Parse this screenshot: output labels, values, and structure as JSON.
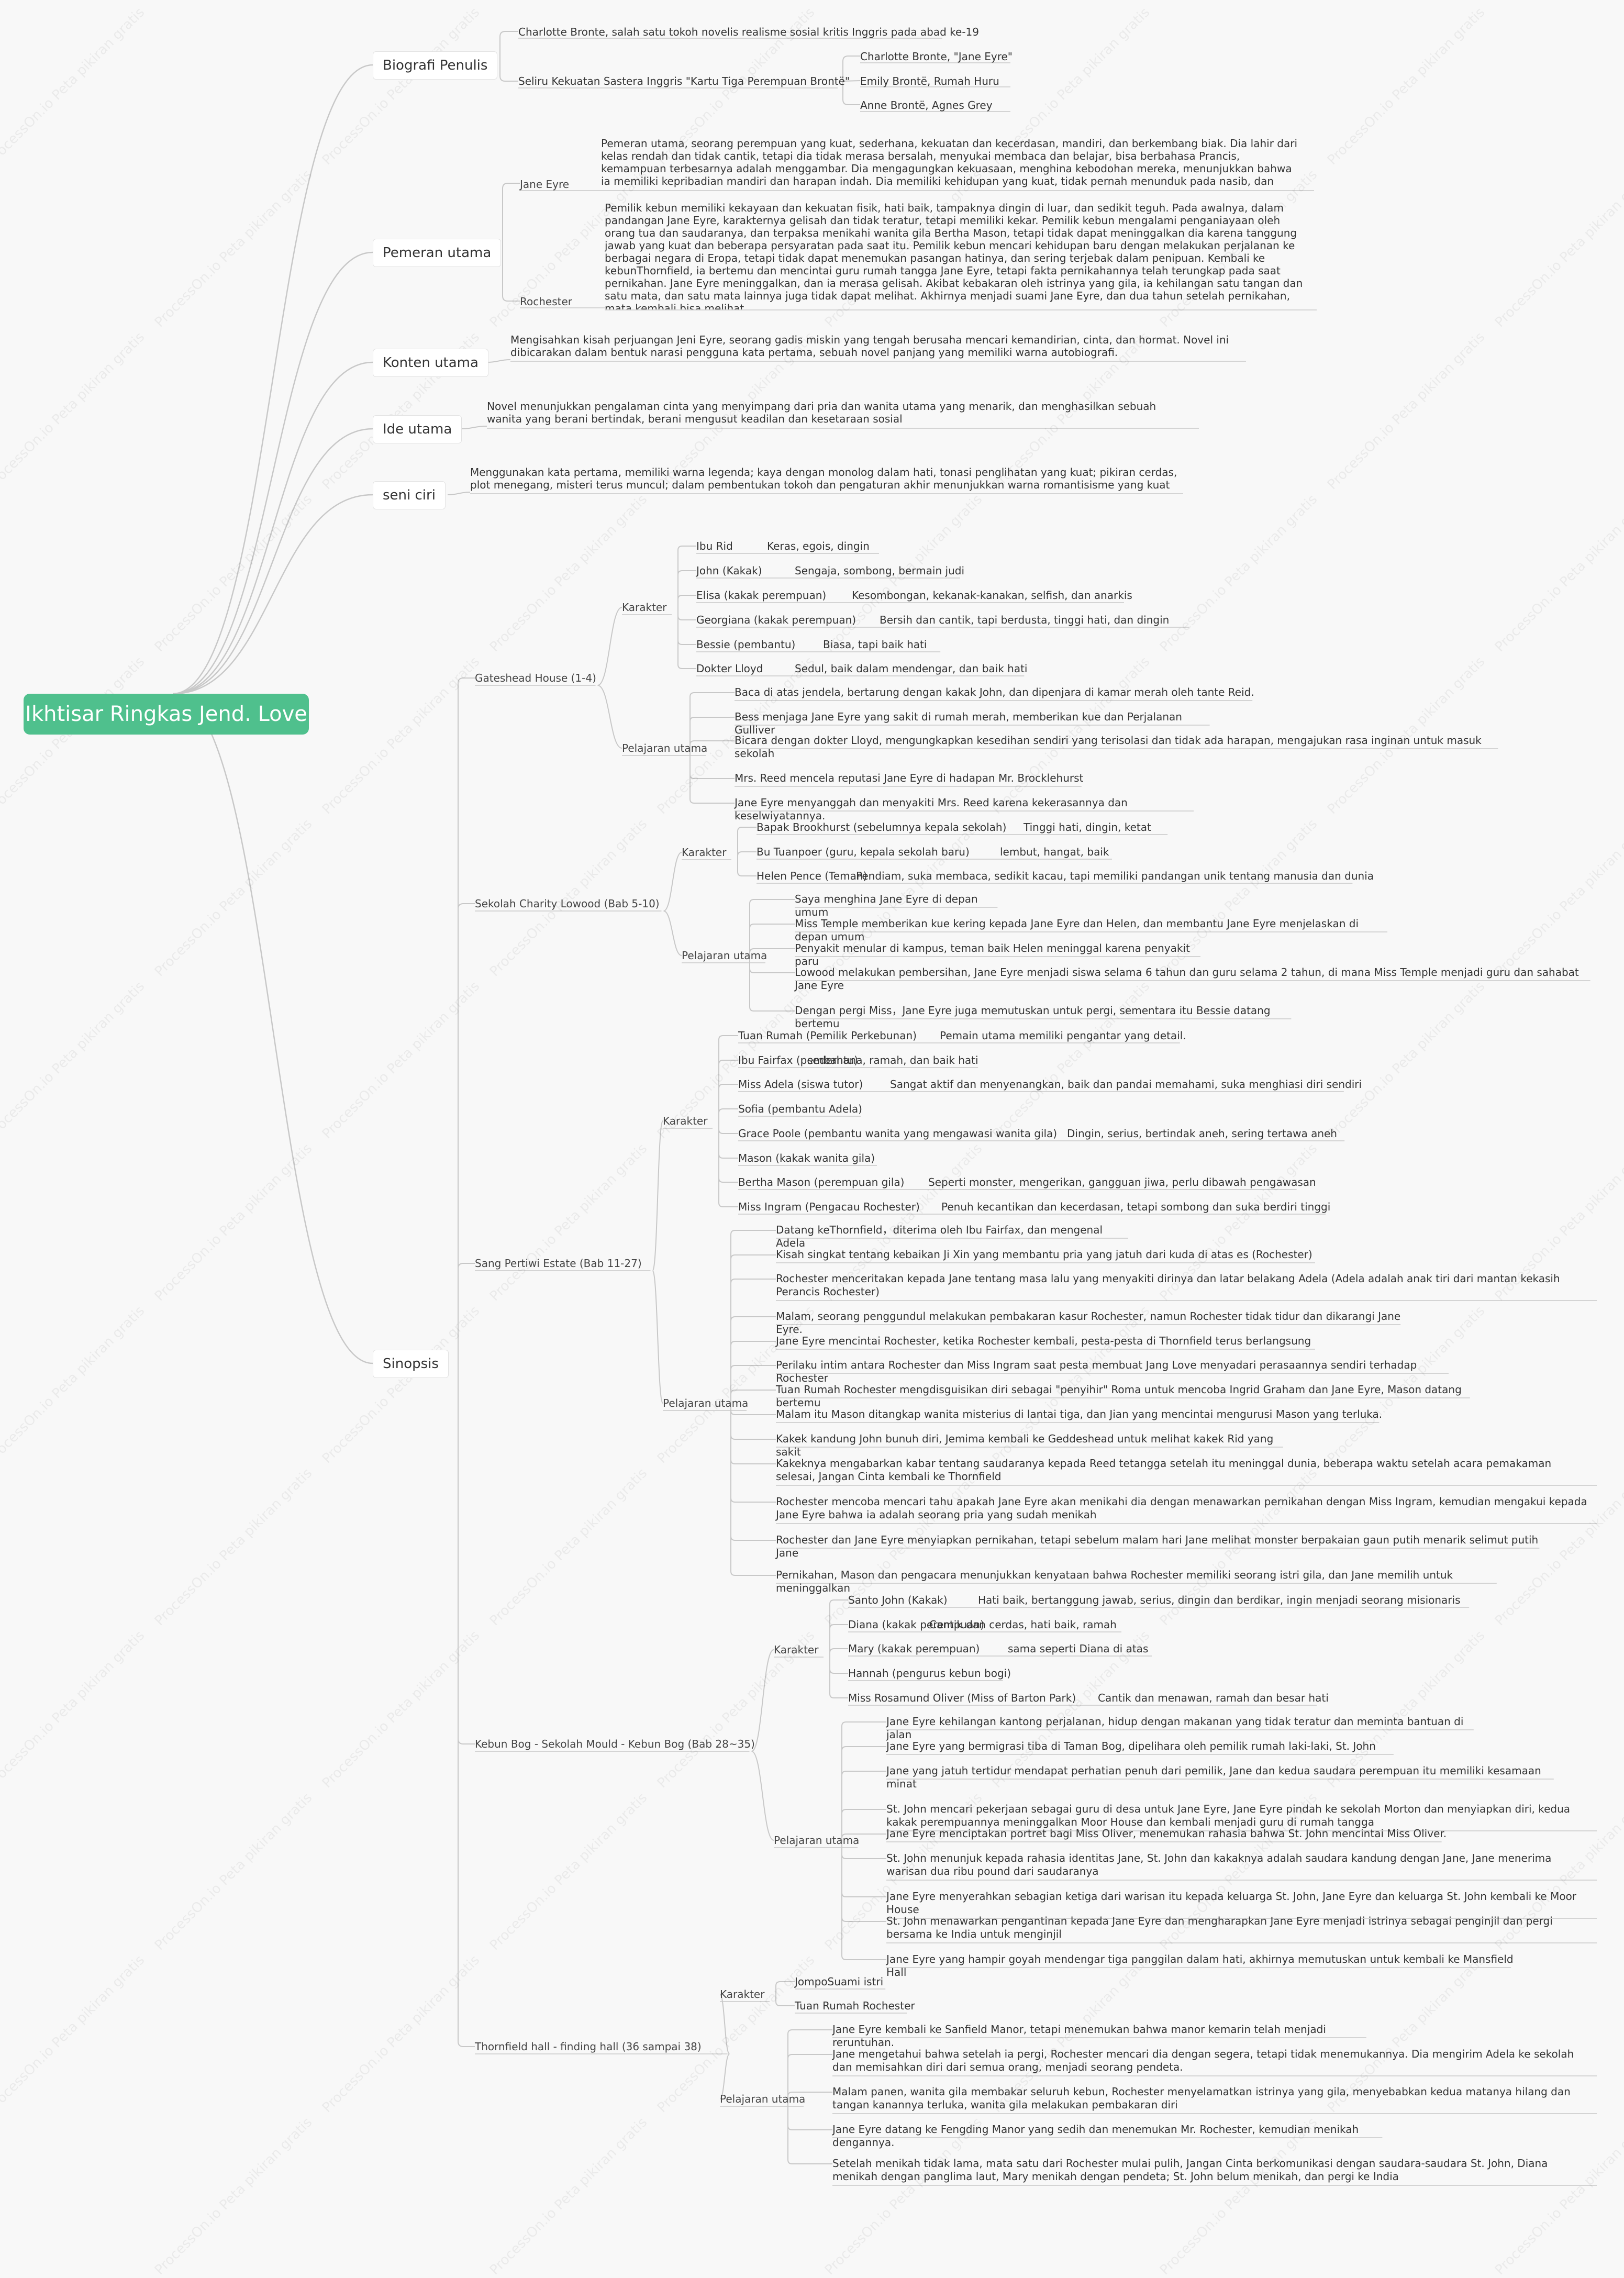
{
  "root": "Ikhtisar Ringkas Jend. Love",
  "watermark": "ProcessOn.io Peta pikiran gratis",
  "branches": {
    "biografi": {
      "label": "Biografi Penulis",
      "items": [
        "Charlotte Bronte, salah satu tokoh novelis realisme sosial kritis Inggris pada abad ke-19",
        "Seliru Kekuatan Sastera Inggris \"Kartu Tiga Perempuan Brontë\""
      ],
      "sisters": [
        "Charlotte Bronte, \"Jane Eyre\"",
        "Emily Brontë, Rumah Huru",
        "Anne Brontë, Agnes Grey"
      ]
    },
    "pemeran": {
      "label": "Pemeran utama",
      "jane_label": "Jane Eyre",
      "jane_text": "Pemeran utama, seorang perempuan yang kuat, sederhana, kekuatan dan kecerdasan, mandiri, dan berkembang biak. Dia lahir dari kelas rendah dan tidak cantik, tetapi dia tidak merasa bersalah, menyukai membaca dan belajar, bisa berbahasa Prancis, kemampuan terbesarnya adalah menggambar. Dia mengagungkan kekuasaan, menghina kebodohan mereka, menunjukkan bahwa ia memiliki kepribadian mandiri dan harapan indah. Dia memiliki kehidupan yang kuat, tidak pernah menunduk pada nasib, dan akhirnya memiliki kehidupan yang ia inginkan",
      "roch_label": "Rochester",
      "roch_text": "Pemilik kebun memiliki kekayaan dan kekuatan fisik, hati baik, tampaknya dingin di luar, dan sedikit teguh. Pada awalnya, dalam pandangan Jane Eyre, karakternya gelisah dan tidak teratur, tetapi memiliki kekar. Pemilik kebun mengalami penganiayaan oleh orang tua dan saudaranya, dan terpaksa menikahi wanita gila Bertha Mason, tetapi tidak dapat meninggalkan dia karena tanggung jawab yang kuat dan beberapa persyaratan pada saat itu. Pemilik kebun mencari kehidupan baru dengan melakukan perjalanan ke berbagai negara di Eropa, tetapi tidak dapat menemukan pasangan hatinya, dan sering terjebak dalam penipuan. Kembali ke kebunThornfield, ia bertemu dan mencintai guru rumah tangga Jane Eyre, tetapi fakta pernikahannya telah terungkap pada saat pernikahan. Jane Eyre meninggalkan, dan ia merasa gelisah. Akibat kebakaran oleh istrinya yang gila, ia kehilangan satu tangan dan satu mata, dan satu mata lainnya juga tidak dapat melihat. Akhirnya menjadi suami Jane Eyre, dan dua tahun setelah pernikahan, mata kembali bisa melihat."
    },
    "konten": {
      "label": "Konten utama",
      "text": "Mengisahkan kisah perjuangan Jeni Eyre, seorang gadis miskin yang tengah berusaha mencari kemandirian, cinta, dan hormat. Novel ini dibicarakan dalam bentuk narasi pengguna kata pertama, sebuah novel panjang yang memiliki warna autobiografi."
    },
    "ide": {
      "label": "Ide utama",
      "text": "Novel menunjukkan pengalaman cinta yang menyimpang dari pria dan wanita utama yang menarik, dan menghasilkan sebuah wanita yang berani bertindak, berani mengusut keadilan dan kesetaraan sosial"
    },
    "seni": {
      "label": "seni ciri",
      "text": "Menggunakan kata pertama, memiliki warna legenda; kaya dengan monolog dalam hati, tonasi penglihatan yang kuat; pikiran cerdas, plot menegang, misteri terus muncul; dalam pembentukan tokoh dan pengaturan akhir menunjukkan warna romantisisme yang kuat"
    },
    "sinopsis": {
      "label": "Sinopsis",
      "karakter_label": "Karakter",
      "pelajaran_label": "Pelajaran utama",
      "sections": [
        {
          "title": "Gateshead House (1-4)",
          "karakter": [
            {
              "name": "Ibu Rid",
              "desc": "Keras, egois, dingin"
            },
            {
              "name": "John (Kakak)",
              "desc": "Sengaja, sombong, bermain judi"
            },
            {
              "name": "Elisa (kakak perempuan)",
              "desc": "Kesombongan, kekanak-kanakan, selfish, dan anarkis"
            },
            {
              "name": "Georgiana (kakak perempuan)",
              "desc": "Bersih dan cantik, tapi berdusta, tinggi hati, dan dingin"
            },
            {
              "name": "Bessie (pembantu)",
              "desc": "Biasa, tapi baik hati"
            },
            {
              "name": "Dokter Lloyd",
              "desc": "Sedul, baik dalam mendengar, dan baik hati"
            }
          ],
          "pelajaran": [
            "Baca di atas jendela, bertarung dengan kakak John, dan dipenjara di kamar merah oleh tante Reid.",
            "Bess menjaga Jane Eyre yang sakit di rumah merah, memberikan kue dan Perjalanan Gulliver",
            "Bicara dengan dokter Lloyd, mengungkapkan kesedihan sendiri yang terisolasi dan tidak ada harapan, mengajukan rasa inginan untuk masuk sekolah",
            "Mrs. Reed mencela reputasi Jane Eyre di hadapan Mr. Brocklehurst",
            "Jane Eyre menyanggah dan menyakiti Mrs. Reed karena kekerasannya dan keselwiyatannya."
          ]
        },
        {
          "title": "Sekolah Charity Lowood (Bab 5-10)",
          "karakter": [
            {
              "name": "Bapak Brookhurst (sebelumnya kepala sekolah)",
              "desc": "Tinggi hati, dingin, ketat"
            },
            {
              "name": "Bu Tuanpoer  (guru, kepala sekolah baru)",
              "desc": "lembut, hangat, baik"
            },
            {
              "name": "Helen Pence (Teman)",
              "desc": "Pendiam, suka membaca, sedikit kacau, tapi memiliki pandangan unik tentang manusia dan dunia"
            }
          ],
          "pelajaran": [
            "Saya menghina Jane Eyre di depan umum",
            "Miss Temple memberikan kue kering kepada Jane Eyre dan Helen, dan membantu Jane Eyre menjelaskan di depan umum",
            "Penyakit menular di kampus, teman baik Helen meninggal karena penyakit paru",
            "Lowood melakukan pembersihan, Jane Eyre menjadi siswa selama 6 tahun dan guru selama 2 tahun, di mana Miss Temple menjadi guru dan sahabat Jane Eyre",
            "Dengan pergi Miss，Jane Eyre juga memutuskan untuk pergi, sementara itu Bessie datang bertemu"
          ]
        },
        {
          "title": "Sang Pertiwi Estate (Bab 11-27)",
          "karakter": [
            {
              "name": "Tuan Rumah (Pemilik Perkebunan)",
              "desc": "Pemain utama memiliki pengantar yang detail."
            },
            {
              "name": "Ibu Fairfax (pembantu)",
              "desc": "sederhana, ramah, dan baik hati"
            },
            {
              "name": "Miss Adela (siswa tutor)",
              "desc": "Sangat aktif dan menyenangkan, baik dan pandai memahami, suka menghiasi diri sendiri"
            },
            {
              "name": "Sofia (pembantu Adela)",
              "desc": ""
            },
            {
              "name": "Grace Poole (pembantu wanita yang mengawasi wanita gila)",
              "desc": "Dingin, serius, bertindak aneh, sering tertawa aneh"
            },
            {
              "name": "Mason (kakak wanita gila)",
              "desc": ""
            },
            {
              "name": "Bertha Mason (perempuan gila)",
              "desc": "Seperti monster, mengerikan, gangguan jiwa, perlu dibawah pengawasan"
            },
            {
              "name": "Miss Ingram (Pengacau Rochester)",
              "desc": "Penuh kecantikan dan kecerdasan, tetapi sombong dan suka berdiri tinggi"
            }
          ],
          "pelajaran": [
            "Datang keThornfield，diterima oleh Ibu Fairfax, dan mengenal Adela",
            "Kisah singkat tentang kebaikan Ji Xin yang membantu pria yang jatuh dari kuda di atas es (Rochester)",
            "Rochester menceritakan kepada Jane tentang masa lalu yang menyakiti dirinya dan latar belakang Adela (Adela adalah anak tiri dari mantan kekasih Perancis Rochester)",
            "Malam, seorang penggundul melakukan pembakaran kasur Rochester, namun Rochester tidak tidur dan dikarangi Jane Eyre.",
            "Jane Eyre mencintai Rochester, ketika Rochester kembali, pesta-pesta di Thornfield terus berlangsung",
            "Perilaku intim antara Rochester dan Miss Ingram saat pesta membuat Jang Love menyadari perasaannya sendiri terhadap Rochester",
            "Tuan Rumah Rochester mengdisguisikan diri sebagai \"penyihir\" Roma untuk mencoba Ingrid Graham dan Jane Eyre, Mason datang bertemu",
            "Malam itu Mason ditangkap wanita misterius di lantai tiga, dan Jian yang mencintai mengurusi Mason yang terluka.",
            "Kakek kandung John bunuh diri, Jemima kembali ke Geddeshead untuk melihat kakek Rid yang sakit",
            "Kakeknya mengabarkan kabar tentang saudaranya kepada Reed tetangga setelah itu meninggal dunia, beberapa waktu setelah acara pemakaman selesai, Jangan Cinta kembali ke Thornfield",
            "Rochester mencoba mencari tahu apakah Jane Eyre akan menikahi dia dengan menawarkan pernikahan dengan Miss Ingram, kemudian mengakui kepada Jane Eyre bahwa ia adalah seorang pria yang sudah menikah",
            "Rochester dan Jane Eyre menyiapkan pernikahan, tetapi sebelum malam hari Jane melihat monster berpakaian gaun putih menarik selimut putih Jane",
            "Pernikahan, Mason dan pengacara menunjukkan kenyataan bahwa Rochester memiliki seorang istri gila, dan Jane memilih untuk meninggalkan"
          ]
        },
        {
          "title": "Kebun Bog - Sekolah Mould - Kebun Bog (Bab 28~35)",
          "karakter": [
            {
              "name": "Santo John (Kakak)",
              "desc": "Hati baik, bertanggung jawab, serius, dingin dan berdikar, ingin menjadi seorang misionaris"
            },
            {
              "name": "Diana (kakak perempuan)",
              "desc": "Cantik dan cerdas, hati baik, ramah"
            },
            {
              "name": "Mary (kakak perempuan)",
              "desc": "sama seperti Diana di atas"
            },
            {
              "name": "Hannah (pengurus kebun bogi)",
              "desc": ""
            },
            {
              "name": "Miss Rosamund Oliver (Miss of Barton Park)",
              "desc": "Cantik dan menawan, ramah dan besar hati"
            }
          ],
          "pelajaran": [
            "Jane Eyre kehilangan kantong perjalanan, hidup dengan makanan yang tidak teratur dan meminta bantuan di jalan",
            "Jane Eyre yang bermigrasi tiba di Taman Bog, dipelihara oleh pemilik rumah laki-laki, St. John",
            "Jane yang jatuh tertidur mendapat perhatian penuh dari pemilik, Jane dan kedua saudara perempuan itu memiliki kesamaan minat",
            "St. John mencari pekerjaan sebagai guru di desa untuk Jane Eyre, Jane Eyre pindah ke sekolah Morton dan menyiapkan diri, kedua kakak perempuannya meninggalkan Moor House dan kembali menjadi guru di rumah tangga",
            "Jane Eyre menciptakan portret bagi Miss Oliver, menemukan rahasia bahwa St. John mencintai Miss Oliver.",
            "St. John menunjuk kepada rahasia identitas Jane, St. John dan kakaknya adalah saudara kandung dengan Jane, Jane menerima warisan dua ribu pound dari saudaranya",
            "Jane Eyre menyerahkan sebagian ketiga dari warisan itu kepada keluarga St. John, Jane Eyre dan keluarga St. John kembali ke Moor House",
            "St. John menawarkan pengantinan kepada Jane Eyre dan mengharapkan Jane Eyre menjadi istrinya sebagai penginjil dan pergi bersama ke India untuk menginjil",
            "Jane Eyre yang hampir goyah mendengar tiga panggilan dalam hati, akhirnya memutuskan untuk kembali ke Mansfield Hall"
          ]
        },
        {
          "title": "Thornfield hall - finding hall (36 sampai 38)",
          "karakter": [
            {
              "name": "JompoSuami istri",
              "desc": ""
            },
            {
              "name": "Tuan Rumah Rochester",
              "desc": ""
            }
          ],
          "pelajaran": [
            "Jane Eyre kembali ke Sanfield Manor, tetapi menemukan bahwa manor kemarin telah menjadi reruntuhan.",
            "Jane mengetahui bahwa setelah ia pergi, Rochester mencari dia dengan segera, tetapi tidak menemukannya. Dia mengirim Adela ke sekolah dan memisahkan diri dari semua orang, menjadi seorang pendeta.",
            "Malam panen, wanita gila membakar seluruh kebun, Rochester menyelamatkan istrinya yang gila, menyebabkan kedua matanya hilang dan tangan kanannya terluka, wanita gila melakukan pembakaran diri",
            "Jane Eyre datang ke Fengding Manor yang sedih dan menemukan Mr. Rochester, kemudian menikah dengannya.",
            "Setelah menikah tidak lama, mata satu dari Rochester mulai pulih, Jangan Cinta berkomunikasi dengan saudara-saudara St. John, Diana menikah dengan panglima laut, Mary menikah dengan pendeta; St. John belum menikah, dan pergi ke India"
          ]
        }
      ]
    }
  }
}
